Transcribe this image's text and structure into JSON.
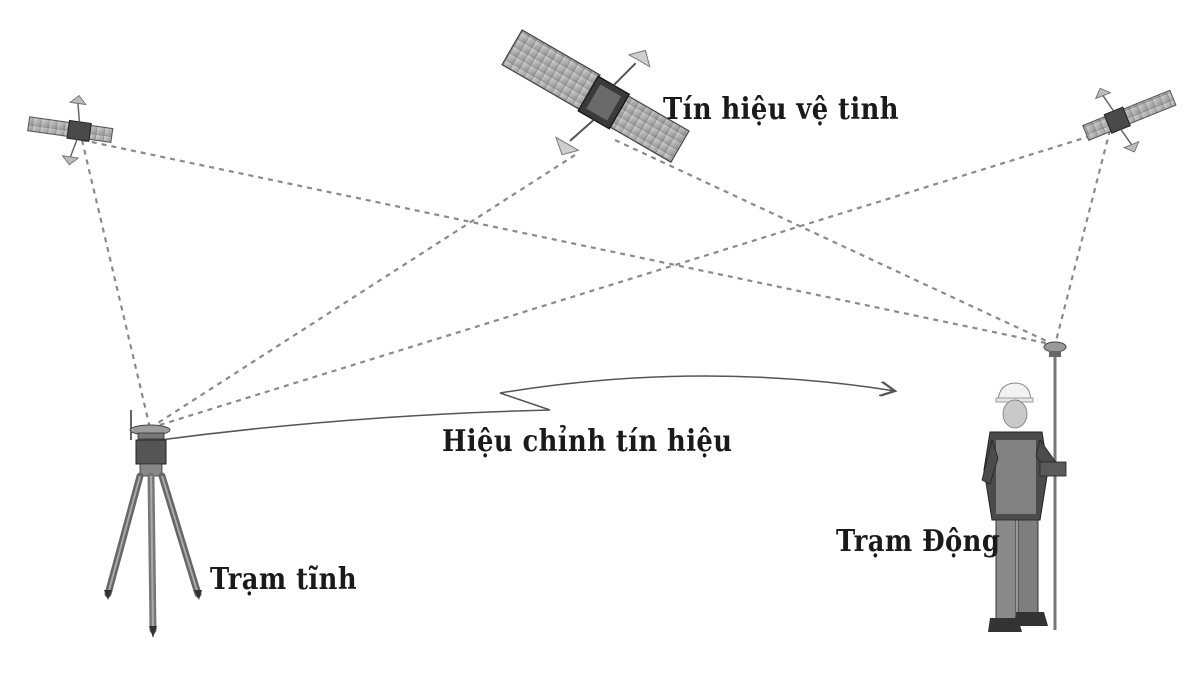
{
  "labels": {
    "satellite_signal": "Tín hiệu vệ tinh",
    "correction_signal": "Hiệu chỉnh tín hiệu",
    "base_station": "Trạm tĩnh",
    "rover_station": "Trạm Động"
  },
  "icons": {
    "satellites": [
      "satellite-icon",
      "satellite-icon",
      "satellite-icon"
    ],
    "base": "tripod-gnss-receiver-icon",
    "rover": "surveyor-with-gnss-pole-icon"
  },
  "colors": {
    "background": "#ffffff",
    "lines": "#8a8a8a",
    "text": "#1a1a1a"
  }
}
